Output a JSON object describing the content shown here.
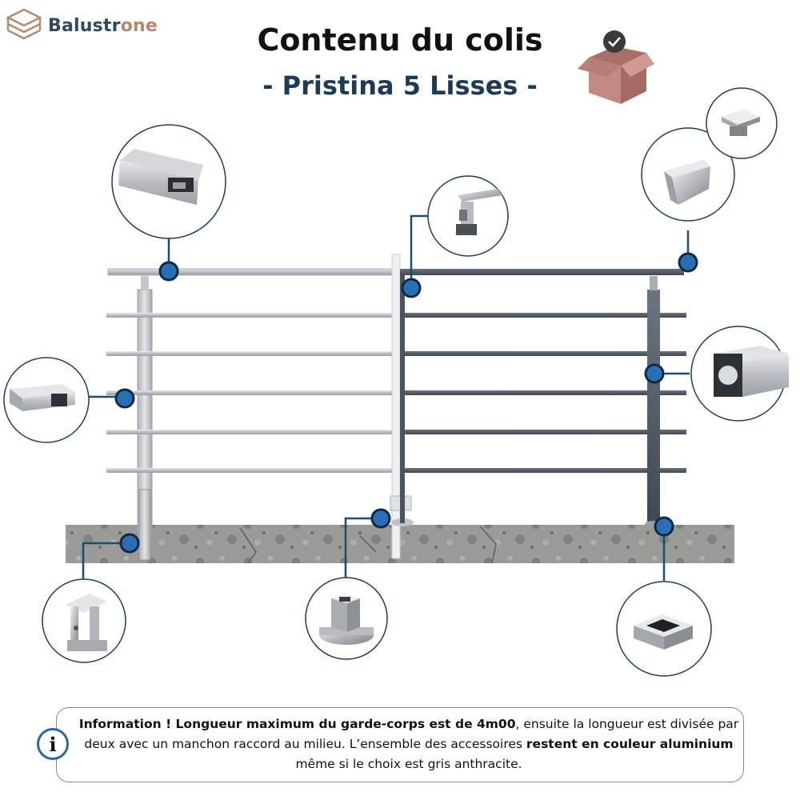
{
  "brand": {
    "name_main": "Balustr",
    "name_accent": "one"
  },
  "header": {
    "title": "Contenu du colis",
    "subtitle": "- Pristina 5 Lisses -"
  },
  "parts": [
    {
      "name": "profile-rail-detail",
      "icon": "rail-profile"
    },
    {
      "name": "top-rail-connector-detail",
      "icon": "rail-connector"
    },
    {
      "name": "end-cap-detail",
      "icon": "end-cap"
    },
    {
      "name": "post-cap-detail",
      "icon": "post-cap"
    },
    {
      "name": "square-tube-detail",
      "icon": "square-tube"
    },
    {
      "name": "post-profile-detail",
      "icon": "post-profile"
    },
    {
      "name": "side-mount-bracket-detail",
      "icon": "side-bracket"
    },
    {
      "name": "sleeve-connector-detail",
      "icon": "sleeve-base"
    },
    {
      "name": "floor-cover-detail",
      "icon": "cover-plate"
    }
  ],
  "colors": {
    "dot": "#2a6fb5",
    "line": "#1b4e6e",
    "aluminium": "#c9ccd0",
    "anthracite": "#4a5561",
    "concrete": "#8d8d8a"
  },
  "info": {
    "lead": "Information ! Longueur maximum du garde-corps est de 4m00",
    "middle": ", ensuite la longueur est divisée par deux avec un manchon raccord au milieu. L’ensemble des accessoires ",
    "bold2": "restent en couleur aluminium",
    "tail": " même si le choix est gris anthracite."
  }
}
